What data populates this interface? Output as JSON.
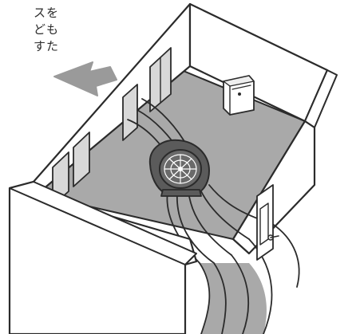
{
  "caption_lines": [
    "スを",
    "ども",
    "すた"
  ],
  "colors": {
    "line": "#2b2b2b",
    "floor": "#a9a9a9",
    "wall": "#ffffff",
    "arrow": "#9a9a9a",
    "fan_body": "#5b5b5b",
    "window": "#d8d8d8"
  },
  "icons": {
    "arrow": "large-up-left-arrow-icon",
    "fan": "circulator-fan-icon",
    "purifier": "air-purifier-icon",
    "door_handle": "door-handle-icon"
  }
}
